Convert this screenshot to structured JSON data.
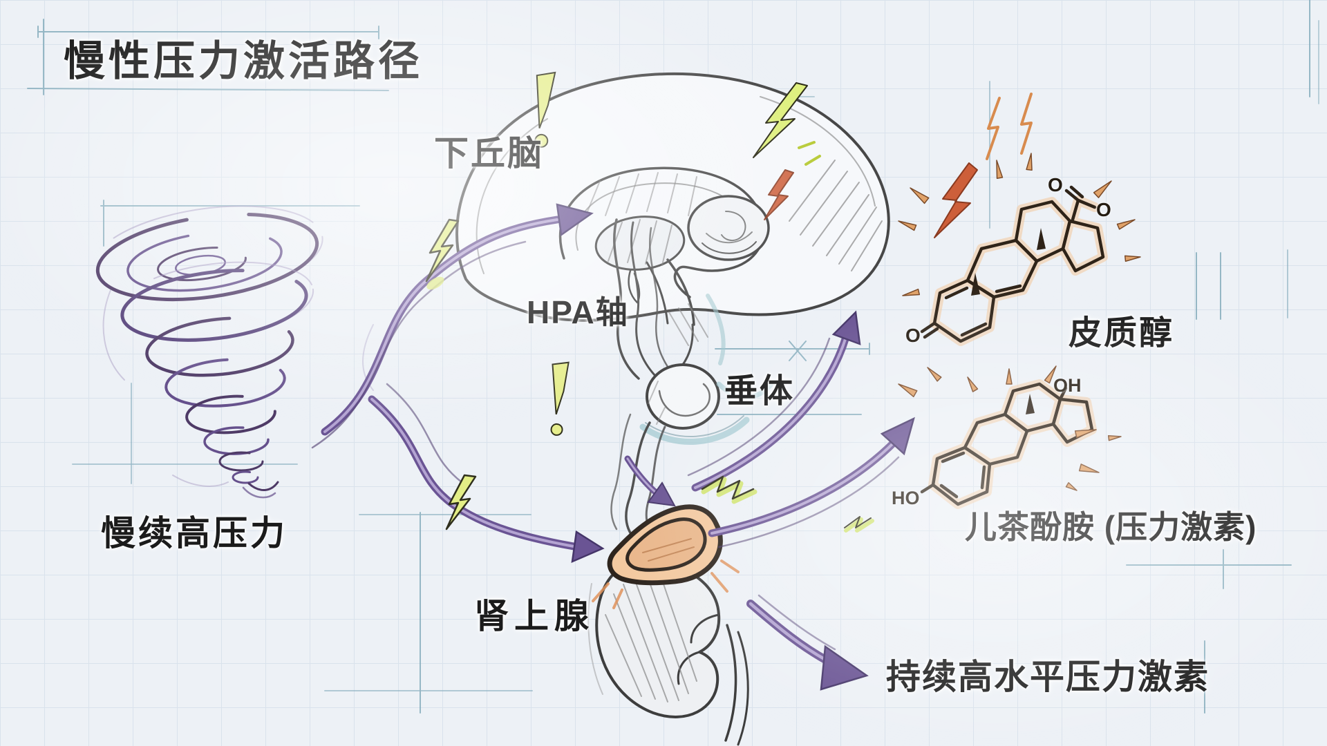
{
  "title": "慢性压力激活路径",
  "labels": {
    "stressor": "慢续高压力",
    "hypothalamus": "下丘脑",
    "hpa_axis": "HPA轴",
    "pituitary": "垂体",
    "adrenal": "肾上腺",
    "cortisol": "皮质醇",
    "catecholamines": "儿茶酚胺 (压力激素)",
    "outcome": "持续高水平压力激素"
  },
  "atoms": {
    "cortisol_top_o": "O",
    "cortisol_side_o": "O",
    "cortisol_ketone_o": "O",
    "catechol_oh": "OH",
    "catechol_ho": "HO"
  },
  "colors": {
    "paper": "#edf1f6",
    "grid_line": "#d9e2ec",
    "construction_line": "#7fa9ba",
    "ink_text": "#1b1b1b",
    "arrow_purple": "#6a5494",
    "arrow_purple_dark": "#453569",
    "tornado_purple": "#4e3a66",
    "pencil_gray": "#474747",
    "pituitary_teal": "#a3c9d1",
    "adrenal_fill": "#f3c9a0",
    "adrenal_inner": "#eab78b",
    "molecule_glow": "#f2c79c",
    "molecule_ink": "#2e2318",
    "spark_orange": "#e0a269",
    "bolt_red": "#cd5f3a",
    "bolt_yellow": "#e3ee86",
    "bolt_green": "#cfe36a"
  }
}
